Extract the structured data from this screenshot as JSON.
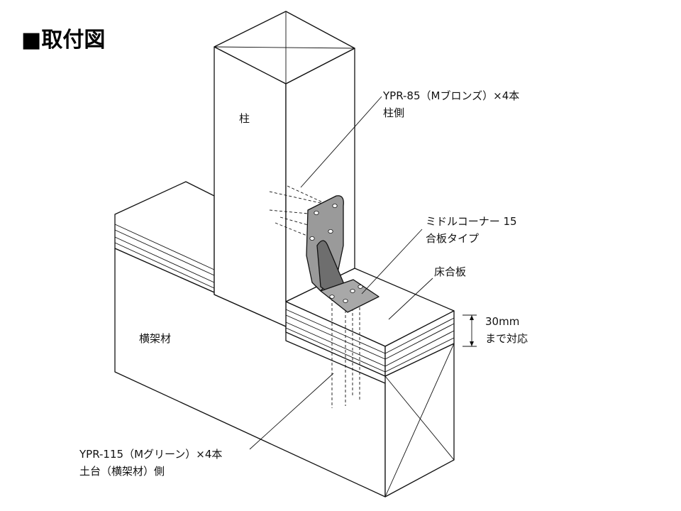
{
  "title": "■取付図",
  "labels": {
    "post": "柱",
    "beam": "横架材",
    "floor_board": "床合板",
    "screw_post_line1": "YPR-85（Mブロンズ）×4本",
    "screw_post_line2": "柱側",
    "bracket_line1": "ミドルコーナー 15",
    "bracket_line2": "合板タイプ",
    "dimension_line1": "30mm",
    "dimension_line2": "まで対応",
    "screw_beam_line1": "YPR-115（Mグリーン）×4本",
    "screw_beam_line2": "土台（横架材）側"
  },
  "colors": {
    "line": "#111111",
    "face_light": "#ffffff",
    "face_shade": "#f0f0f0",
    "bracket": "#9a9a9a",
    "bracket_dark": "#6e6e6e"
  }
}
